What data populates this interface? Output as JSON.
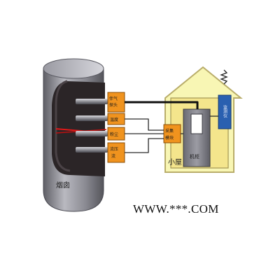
{
  "diagram": {
    "chimney_label": "烟囱",
    "sensors": [
      "伴气探头",
      "温度",
      "粉尘",
      "流压流"
    ],
    "acquisition_module": "采集模块",
    "cabinet_label": "机柜",
    "analyzer_label": "监测仪",
    "house_label": "小屋"
  },
  "watermark": "WWW.***.COM",
  "colors": {
    "stack_outer": "#8c8c93",
    "stack_inner": "#2a2426",
    "sensor_box": "#f0931e",
    "house_fill": "#f8f6b4",
    "house_wall": "#f4e58c",
    "cabinet": "#7e7e86",
    "analyzer": "#2a60b0",
    "laser": "#e01818",
    "wiring": "#1a1a1a"
  }
}
